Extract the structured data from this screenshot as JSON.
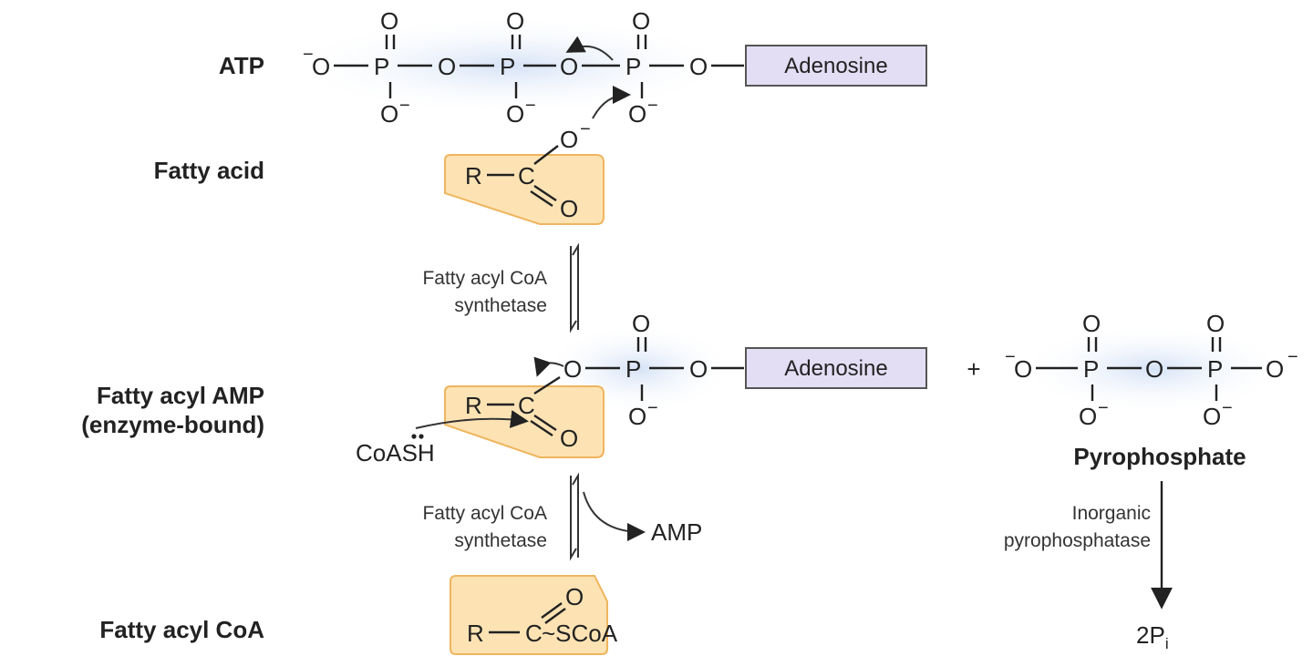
{
  "row_labels": {
    "atp": "ATP",
    "fatty_acid": "Fatty acid",
    "fatty_acyl_amp_1": "Fatty acyl AMP",
    "fatty_acyl_amp_2": "(enzyme-bound)",
    "fatty_acyl_coa": "Fatty acyl CoA"
  },
  "atoms": {
    "o": "O",
    "p": "P",
    "r": "R",
    "c": "C",
    "minus": "−"
  },
  "adenosine": "Adenosine",
  "plus": "+",
  "enzyme": {
    "line1": "Fatty acyl CoA",
    "line2": "synthetase"
  },
  "coash": "CoASH",
  "amp": "AMP",
  "scoa": "~SCoA",
  "pyrophosphate": "Pyrophosphate",
  "pyrophosphatase": {
    "line1": "Inorganic",
    "line2": "pyrophosphatase"
  },
  "product": {
    "main": "2P",
    "sub": "i"
  },
  "colors": {
    "acyl_fill": "#fde3b4",
    "acyl_stroke": "#efb55e",
    "adenosine_fill": "#e3def4",
    "adenosine_stroke": "#555555",
    "phosphate_glow": "#dbe6f7"
  }
}
